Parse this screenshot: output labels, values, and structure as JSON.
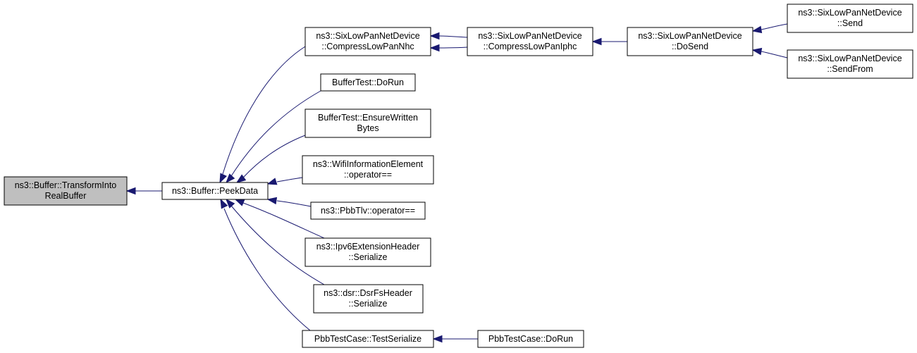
{
  "nodes": {
    "transform_into_real_buffer": [
      "ns3::Buffer::TransformInto",
      "RealBuffer"
    ],
    "peek_data": [
      "ns3::Buffer::PeekData"
    ],
    "compress_lowpan_nhc": [
      "ns3::SixLowPanNetDevice",
      "::CompressLowPanNhc"
    ],
    "buffer_test_do_run": [
      "BufferTest::DoRun"
    ],
    "ensure_written_bytes": [
      "BufferTest::EnsureWritten",
      "Bytes"
    ],
    "wifi_info_operator": [
      "ns3::WifiInformationElement",
      "::operator=="
    ],
    "pbb_tlv_operator": [
      "ns3::PbbTlv::operator=="
    ],
    "ipv6_ext_serialize": [
      "ns3::Ipv6ExtensionHeader",
      "::Serialize"
    ],
    "dsr_fs_serialize": [
      "ns3::dsr::DsrFsHeader",
      "::Serialize"
    ],
    "pbb_test_serialize": [
      "PbbTestCase::TestSerialize"
    ],
    "compress_lowpan_iphc": [
      "ns3::SixLowPanNetDevice",
      "::CompressLowPanIphc"
    ],
    "pbb_test_do_run": [
      "PbbTestCase::DoRun"
    ],
    "do_send": [
      "ns3::SixLowPanNetDevice",
      "::DoSend"
    ],
    "send": [
      "ns3::SixLowPanNetDevice",
      "::Send"
    ],
    "send_from": [
      "ns3::SixLowPanNetDevice",
      "::SendFrom"
    ]
  },
  "colors": {
    "edge": "#191970",
    "root_fill": "#bfbfbf",
    "node_fill": "#ffffff",
    "node_border": "#000000"
  }
}
